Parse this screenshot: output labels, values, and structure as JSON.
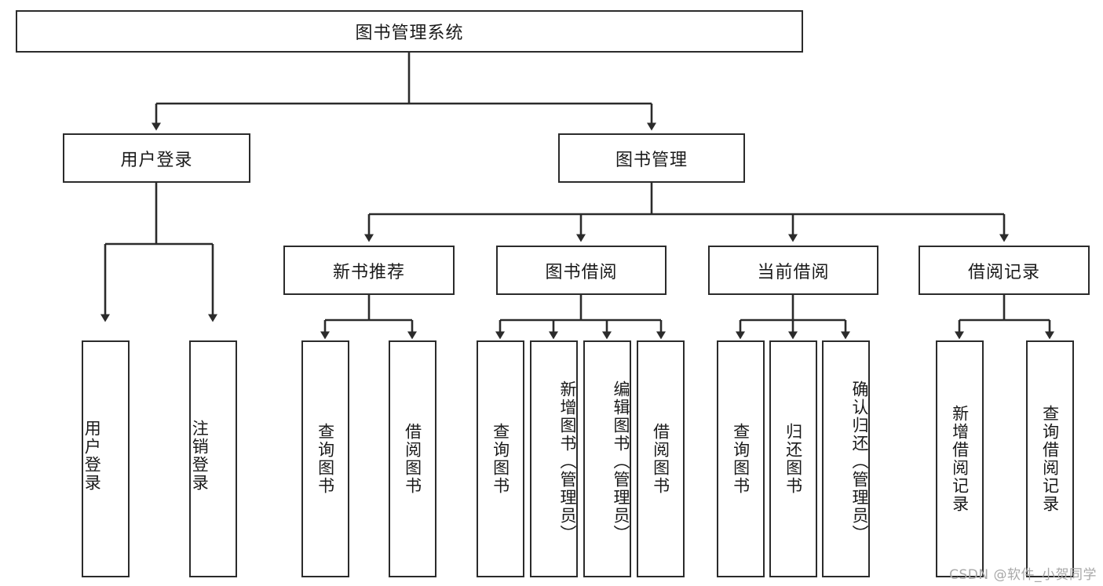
{
  "diagram": {
    "title": "图书管理系统",
    "watermark": "CSDN @软件_小贺同学",
    "stroke_color": "#2b2b2b",
    "background_color": "#ffffff",
    "text_color": "#1a1a1a",
    "nodes": {
      "root": "图书管理系统",
      "level2": [
        "用户登录",
        "图书管理"
      ],
      "level3": [
        "新书推荐",
        "图书借阅",
        "当前借阅",
        "借阅记录"
      ],
      "leaves_user_login": [
        "用户登录",
        "注销登录"
      ],
      "leaves_new_books": [
        "查询图书",
        "借阅图书"
      ],
      "leaves_borrow": [
        "查询图书",
        "新增图书（管理员）",
        "编辑图书（管理员）",
        "借阅图书"
      ],
      "leaves_current": [
        "查询图书",
        "归还图书",
        "确认归还（管理员）"
      ],
      "leaves_records": [
        "新增借阅记录",
        "查询借阅记录"
      ]
    }
  }
}
